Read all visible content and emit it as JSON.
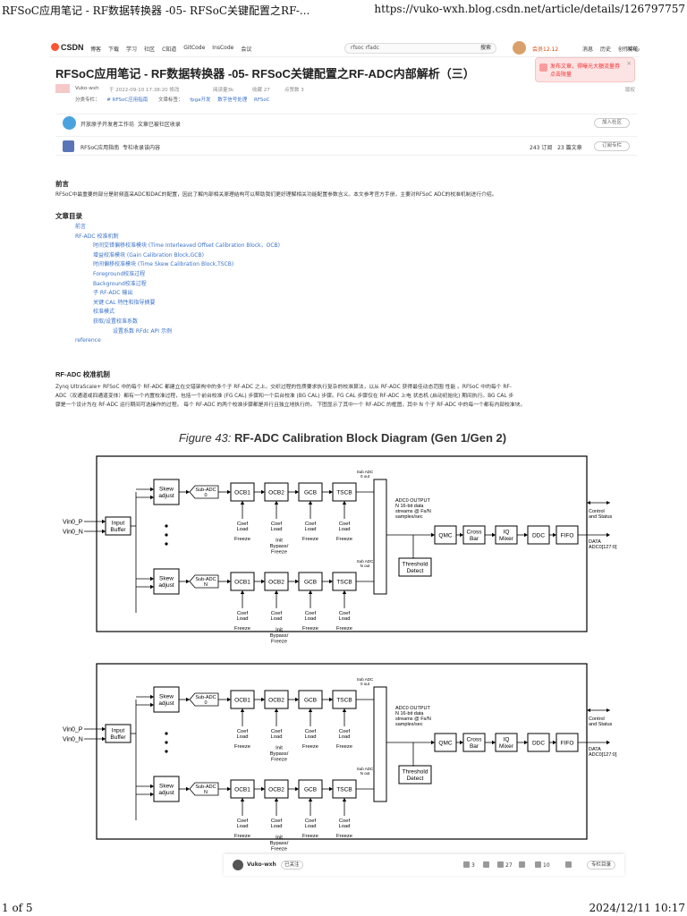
{
  "print": {
    "title": "RFSoC应用笔记 - RF数据转换器 -05- RFSoC关键配置之RF-...",
    "url": "https://vuko-wxh.blog.csdn.net/article/details/126797757",
    "page": "1 of 5",
    "date": "2024/12/11 10:17"
  },
  "nav": {
    "logo": "CSDN",
    "links": [
      "博客",
      "下载",
      "学习",
      "社区",
      "C知道",
      "GitCode",
      "InsCode",
      "会议"
    ],
    "search_value": "rfsoc rfadc",
    "search_button": "搜索",
    "vip": "会员12.12",
    "right_links": [
      "消息",
      "历史",
      "创作中心"
    ],
    "publish": "发布"
  },
  "promo": {
    "line1": "发布文章，得曝光大額流量券",
    "line2": "点击限量",
    "close": "×"
  },
  "article": {
    "title": "RFSoC应用笔记 - RF数据转换器 -05- RFSoC关键配置之RF-ADC内部解析（三）",
    "author": "Vuko-wxh",
    "date": "于 2022-09-10 17:38:20 修改",
    "reads": "阅读量3k",
    "favs": "收藏 27",
    "likes": "点赞数 3",
    "copyright": "版权",
    "category_label": "分类专栏：",
    "category_tag": "# RFSoC应用指南",
    "tags_label": "文章标签：",
    "tags": [
      "fpga开发",
      "数字信号处理",
      "RFSoC"
    ]
  },
  "community": {
    "name": "开放原子开发者工作坊",
    "desc": "文章已被社区收录",
    "button": "加入社区"
  },
  "column": {
    "name": "RFSoC应用指南",
    "desc": "专栏收录该内容",
    "articles": "243 订阅",
    "count": "23 篇文章",
    "button": "订阅专栏"
  },
  "preface": {
    "heading": "前言",
    "text": "RFSoC中最重要的部分是射频直采ADC和DAC的配置，因此了解内部相关原理结构可以帮助我们更好理解相关功能配置参数含义。本文参考官方手册，主要对RFSoC ADC的校准机制进行介绍。"
  },
  "toc": {
    "heading": "文章目录",
    "items": [
      {
        "level": 1,
        "text": "前言"
      },
      {
        "level": 1,
        "text": "RF-ADC 校准机制"
      },
      {
        "level": 2,
        "text": "时间交错偏移校准模块 (Time Interleaved Offset Calibration Block，OCB)"
      },
      {
        "level": 2,
        "text": "增益校准模块 (Gain Calibration Block,GCB)"
      },
      {
        "level": 2,
        "text": "时间偏移校准模块 (Time Skew Calibration Block,TSCB)"
      },
      {
        "level": 2,
        "text": "Foreground校准过程"
      },
      {
        "level": 2,
        "text": "Background校准过程"
      },
      {
        "level": 2,
        "text": "子 RF-ADC 输出"
      },
      {
        "level": 2,
        "text": "关键 CAL 特性和指导摘要"
      },
      {
        "level": 2,
        "text": "校准模式"
      },
      {
        "level": 2,
        "text": "获取/设置校准系数"
      },
      {
        "level": 3,
        "text": "设置系数 RFdc API 示例"
      },
      {
        "level": 1,
        "text": "reference"
      }
    ]
  },
  "section": {
    "heading": "RF-ADC 校准机制",
    "line1": "Zynq    UltraScale+ RFSoC 中的每个 RF-ADC 都建立在交错架构中的多个子 RF-ADC 之上。交织过程的性质要求执行复杂的校准算法，以从 RF-ADC 获得最佳动态范围 性能 。RFSoC 中的每个 RF-",
    "line2": "ADC（双通道或四通道变体）都有一个内置校准过程，包括一个前台校准 (FG CAL) 步骤和一个后台校准 (BG CAL) 步骤。FG CAL 步骤仅在 RF-ADC 上电 状态机   (启动初始化) 期间执行。BG CAL 步",
    "line3": "骤是一个设计为在 RF-ADC 运行期间可选操作的过程。 每个 RF-ADC 的两个校准步骤都是并行且独立地执行的。 下图显示了其中一个 RF-ADC 的框图，其中 N 个子 RF-ADC 中的每一个都有内部校准块。"
  },
  "diagram": {
    "figure_label": "Figure 43:",
    "figure_title": "RF-ADC Calibration Block Diagram (Gen 1/Gen 2)",
    "input_pos": "Vin0_P",
    "input_neg": "Vin0_N",
    "input_buffer": [
      "Input",
      "Buffer"
    ],
    "skew_adjust": [
      "Skew",
      "adjust"
    ],
    "sub_adc_0": [
      "Sub-ADC",
      "0"
    ],
    "sub_adc_n": [
      "Sub-ADC",
      "N"
    ],
    "cal_blocks": [
      "OCB1",
      "OCB2",
      "GCB",
      "TSCB"
    ],
    "sub_adc_out_0": [
      "Sub ADC",
      "0 out"
    ],
    "sub_adc_out_n": [
      "Sub ADC",
      "N out"
    ],
    "coef_load": [
      "Coef",
      "Load"
    ],
    "freeze": "Freeze",
    "init_bypass": [
      "Init",
      "Bypass/",
      "Freeze"
    ],
    "adc_output": [
      "ADC0 OUTPUT",
      "N 16-bit data",
      "streams @ Fs/N",
      "samples/sec"
    ],
    "threshold": [
      "Threshold",
      "Detect"
    ],
    "dsp_blocks": [
      [
        "QMC"
      ],
      [
        "Cross",
        "Bar"
      ],
      [
        "IQ",
        "Mixer"
      ],
      [
        "DDC"
      ],
      [
        "FIFO"
      ]
    ],
    "control_status": [
      "Control",
      "and Status"
    ],
    "data_out": [
      "DATA",
      "ADC0[127:0]"
    ]
  },
  "bottom_bar": {
    "author": "Vuko-wxh",
    "follow": "已关注",
    "likes": "3",
    "favs": "27",
    "comments": "10",
    "toc_button": "专栏目录"
  }
}
